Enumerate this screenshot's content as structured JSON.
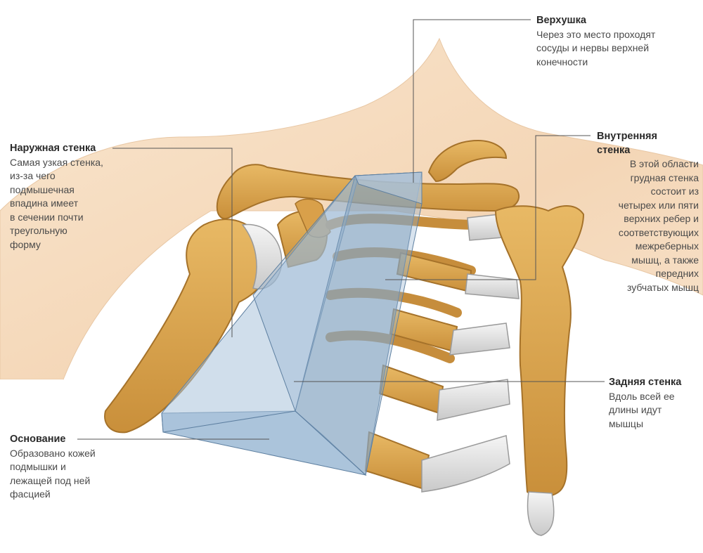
{
  "labels": {
    "apex": {
      "title": "Верхушка",
      "lines": [
        "Через это место проходят",
        "сосуды и нервы верхней",
        "конечности"
      ]
    },
    "outer": {
      "title": "Наружная стенка",
      "lines": [
        "Самая узкая стенка,",
        "из-за чего",
        "подмышечная",
        "впадина имеет",
        "в сечении почти",
        "треугольную",
        "форму"
      ]
    },
    "inner": {
      "title_lines": [
        "Внутренняя",
        "стенка"
      ],
      "lines": [
        "В этой области",
        "грудная стенка",
        "состоит из",
        "четырех или пяти",
        "верхних ребер и",
        "соответствующих",
        "межреберных",
        "мышц, а также",
        "передних",
        "зубчатых мышц"
      ]
    },
    "posterior": {
      "title": "Задняя стенка",
      "lines": [
        "Вдоль всей ее",
        "длины идут",
        "мышцы"
      ]
    },
    "base": {
      "title": "Основание",
      "lines": [
        "Образовано кожей",
        "подмышки и",
        "лежащей под ней",
        "фасцией"
      ]
    }
  },
  "colors": {
    "skin": "#f6dcc0",
    "bone": "#d9a04a",
    "bone_dark": "#b9802e",
    "cartilage": "#e6e6e6",
    "pyramid": "#8fb0cf",
    "leader_line": "#555555"
  }
}
